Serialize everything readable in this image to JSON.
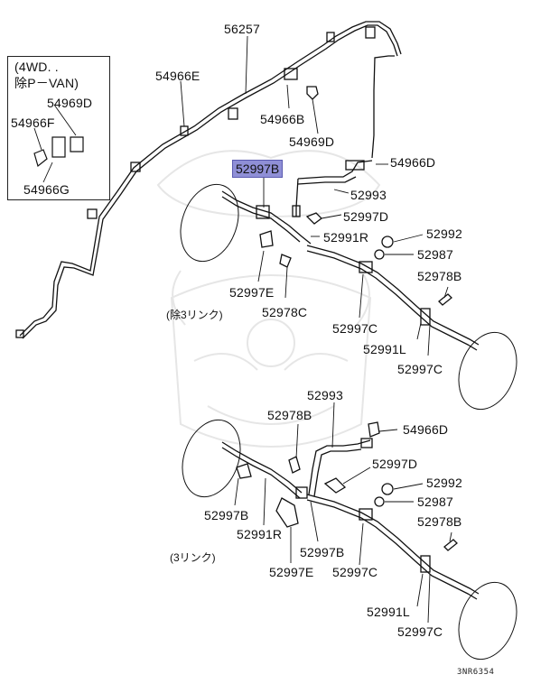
{
  "inset": {
    "line1": "(4WD. .",
    "line2": "除P－VAN)",
    "labels": [
      "54969D",
      "54966F",
      "54966G"
    ]
  },
  "labels_top": [
    "56257",
    "54966E",
    "54966B",
    "54969D",
    "54966D",
    "52993",
    "52997D",
    "52991R",
    "52992",
    "52987",
    "52978B",
    "52997E",
    "52978C",
    "52997C",
    "52991L",
    "52997C"
  ],
  "highlight": "52997B",
  "note_top": "(除3リンク)",
  "labels_bottom": [
    "52993",
    "52978B",
    "54966D",
    "52997D",
    "52992",
    "52987",
    "52978B",
    "52997B",
    "52991R",
    "52997B",
    "52997E",
    "52997C",
    "52991L",
    "52997C"
  ],
  "note_bottom": "(3リンク)",
  "figure_code": "3NR6354"
}
